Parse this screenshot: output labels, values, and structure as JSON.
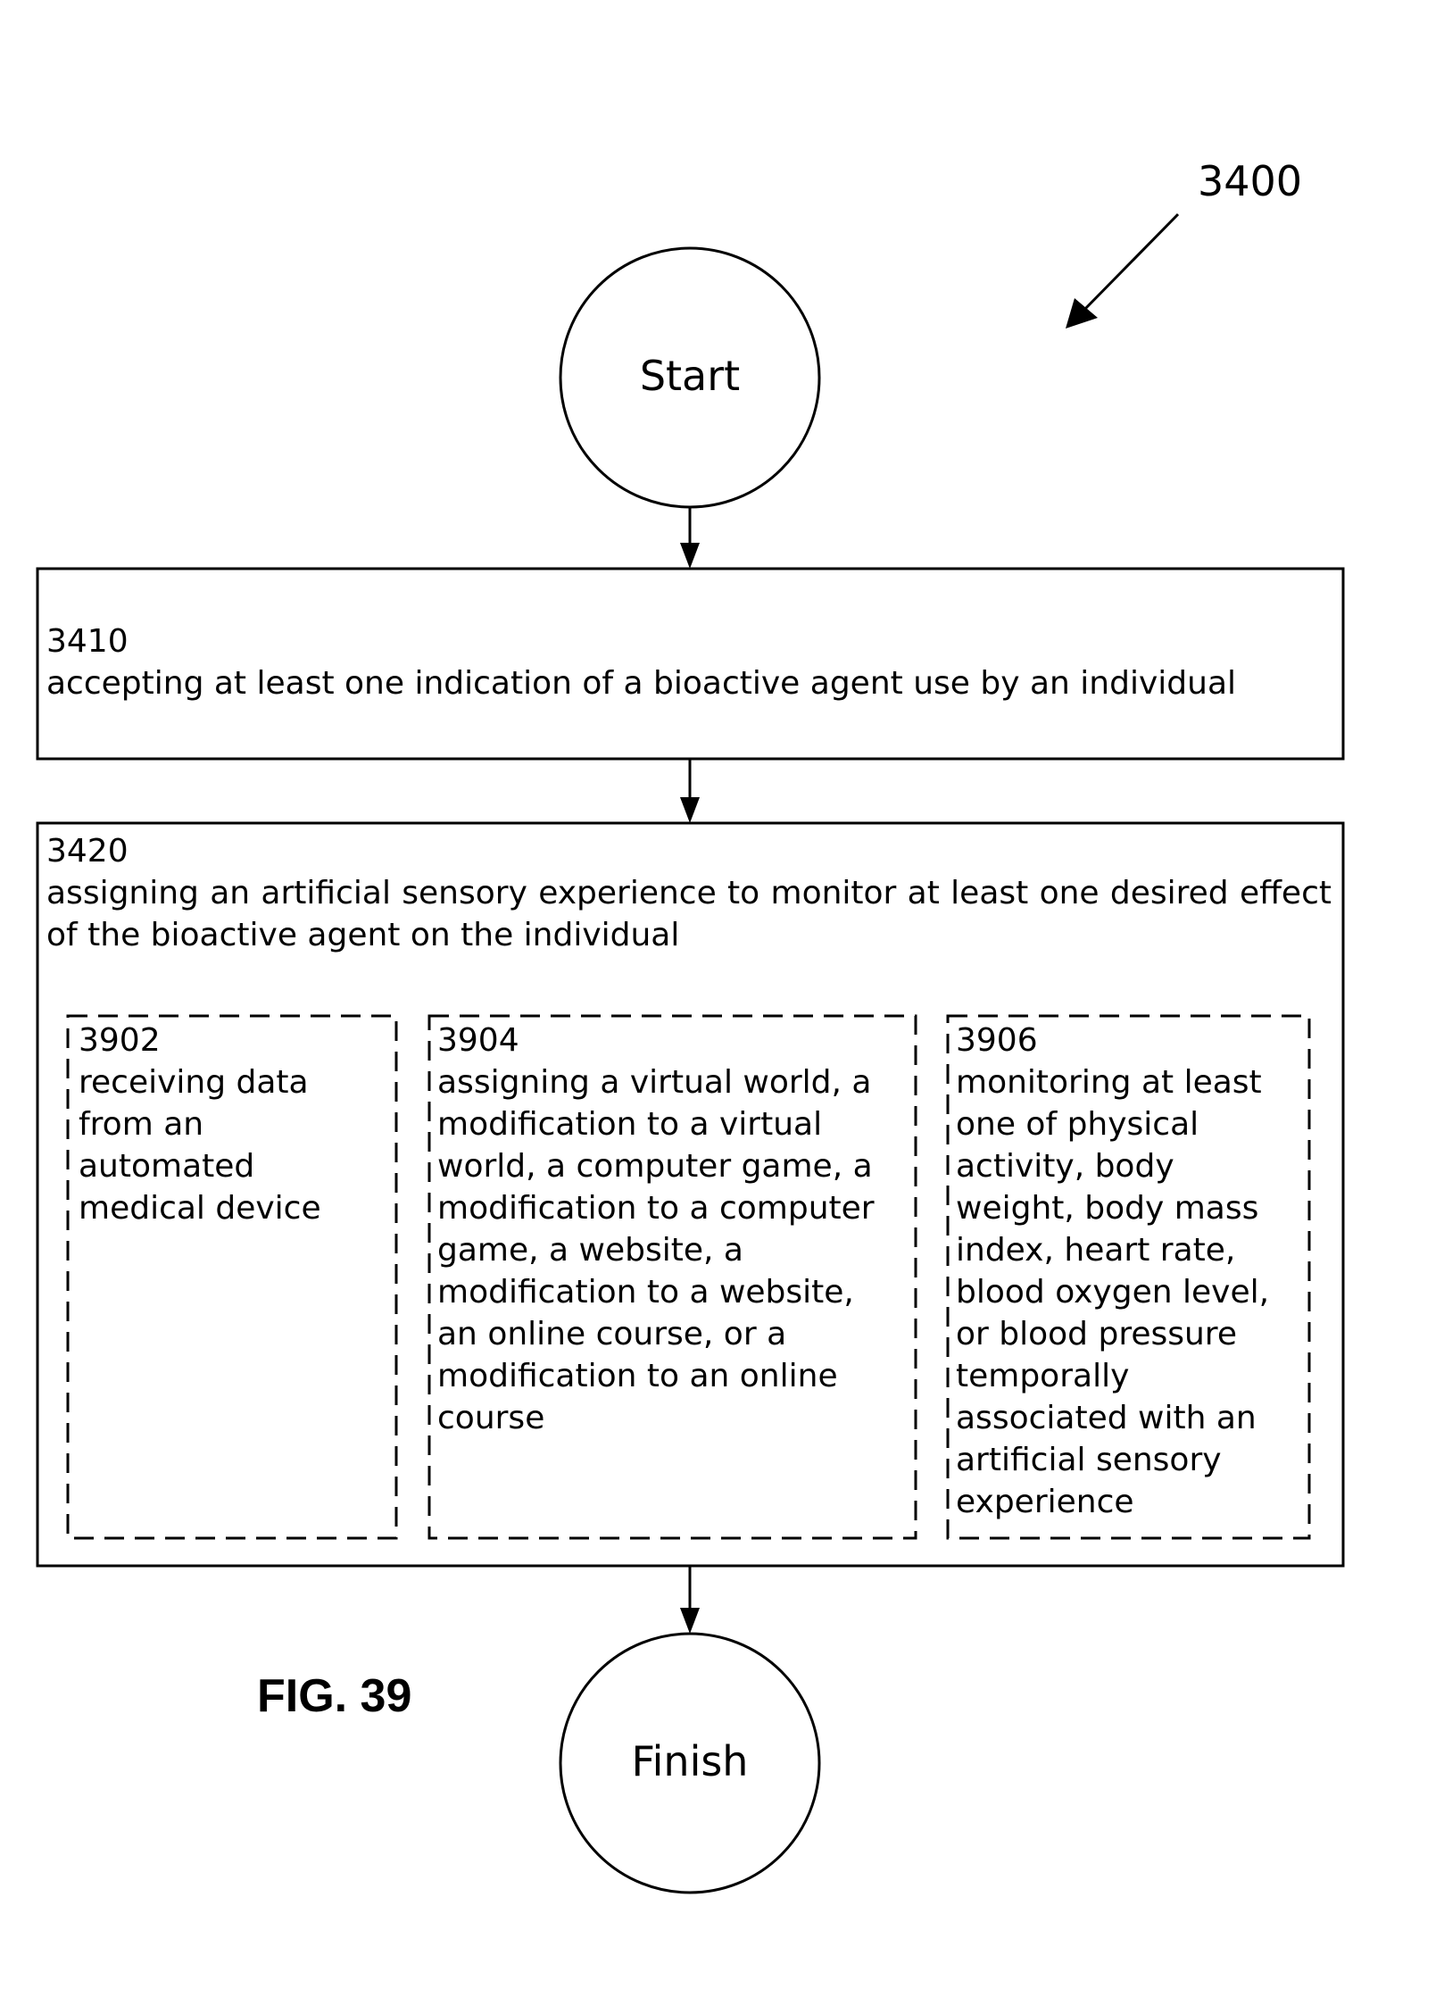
{
  "figure": {
    "reference_number": "3400",
    "caption": "FIG. 39"
  },
  "start": {
    "label": "Start"
  },
  "finish": {
    "label": "Finish"
  },
  "step_3410": {
    "id": "3410",
    "text": "accepting at least one indication of a bioactive agent use by an individual"
  },
  "step_3420": {
    "id": "3420",
    "text": "assigning an artificial sensory experience to monitor at least one desired effect of the bioactive agent on the individual",
    "substeps": [
      {
        "id": "3902",
        "text": "receiving data from an automated medical device"
      },
      {
        "id": "3904",
        "text": "assigning a virtual world, a modification to a virtual world, a computer game, a modification to a computer game, a website, a modification to a website, an online course, or a modification to an online course"
      },
      {
        "id": "3906",
        "text": "monitoring at least one of physical activity, body weight, body mass index, heart rate, blood oxygen level, or blood pressure temporally associated with an artificial sensory experience"
      }
    ]
  }
}
